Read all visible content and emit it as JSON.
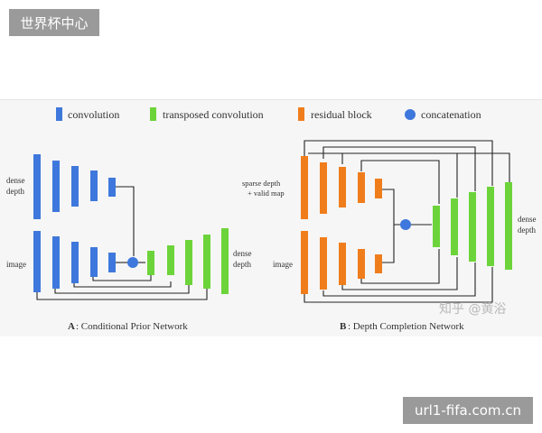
{
  "watermarks": {
    "top_left": "世界杯中心",
    "bottom_right": "url1-fifa.com.cn",
    "zhihu": "知乎 @黄浴"
  },
  "legend": {
    "convolution": "convolution",
    "transposed_convolution": "transposed convolution",
    "residual_block": "residual block",
    "concatenation": "concatenation"
  },
  "colors": {
    "convolution": "#3f78dc",
    "transposed_convolution": "#6cd43a",
    "residual_block": "#f07d1c",
    "concatenation": "#3f78dc",
    "connector": "#222222"
  },
  "panel_a": {
    "label_prefix": "A",
    "caption": ": Conditional Prior Network",
    "input_top_line1": "dense",
    "input_top_line2": "depth",
    "input_bottom": "image",
    "output_line1": "dense",
    "output_line2": "depth"
  },
  "panel_b": {
    "label_prefix": "B",
    "caption": ": Depth Completion Network",
    "input_top_line1": "sparse depth",
    "input_top_line2": "+ valid map",
    "input_bottom": "image",
    "output_line1": "dense",
    "output_line2": "depth"
  }
}
